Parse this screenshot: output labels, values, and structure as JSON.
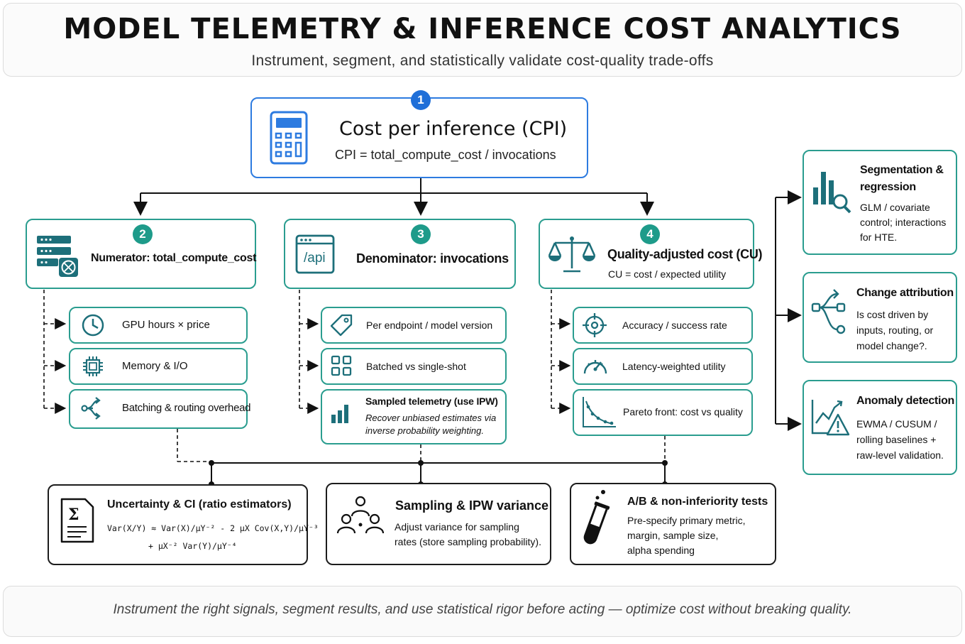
{
  "header": {
    "title": "MODEL TELEMETRY & INFERENCE COST ANALYTICS",
    "subtitle": "Instrument, segment, and statistically validate cost-quality trade-offs"
  },
  "cpi": {
    "number": "1",
    "title": "Cost per inference (CPI)",
    "formula": "CPI  =  total_compute_cost / invocations"
  },
  "numerator": {
    "number": "2",
    "title": "Numerator: total_compute_cost",
    "items": [
      "GPU hours × price",
      "Memory & I/O",
      "Batching & routing overhead"
    ]
  },
  "denominator": {
    "number": "3",
    "title": "Denominator: invocations",
    "api_label": "/api",
    "items": [
      "Per endpoint / model version",
      "Batched vs single-shot"
    ],
    "sampled_title": "Sampled telemetry (use IPW)",
    "sampled_desc_1": "Recover unbiased estimates via",
    "sampled_desc_2": "inverse probability weighting."
  },
  "quality": {
    "number": "4",
    "title": "Quality-adjusted cost (CU)",
    "formula": "CU = cost / expected utility",
    "items": [
      "Accuracy / success rate",
      "Latency-weighted utility",
      "Pareto front: cost vs quality"
    ]
  },
  "right_panel": [
    {
      "title_1": "Segmentation &",
      "title_2": "regression",
      "lines": [
        "GLM / covariate",
        "control; interactions",
        "for HTE."
      ]
    },
    {
      "title_1": "Change attribution",
      "title_2": "",
      "lines": [
        "Is cost driven by",
        "inputs, routing, or",
        "model change?."
      ]
    },
    {
      "title_1": "Anomaly detection",
      "title_2": "",
      "lines": [
        "EWMA / CUSUM /",
        "rolling baselines +",
        "raw-level validation."
      ]
    }
  ],
  "bottom": {
    "uncertainty": {
      "title": "Uncertainty & CI (ratio estimators)",
      "formula_1": "Var(X/Y) ≈ Var(X)/μY⁻² - 2 μX Cov(X,Y)/μY⁻³",
      "formula_2": "+ μX⁻² Var(Y)/μY⁻⁴"
    },
    "sampling": {
      "title": "Sampling & IPW variance",
      "line_1": "Adjust variance for sampling",
      "line_2": "rates (store sampling probability)."
    },
    "ab": {
      "title": "A/B & non-inferiority tests",
      "lines": [
        "Pre-specify primary metric,",
        "margin, sample size,",
        "alpha spending"
      ]
    }
  },
  "footer": "Instrument the right signals, segment results, and use statistical rigor before acting — optimize cost without breaking quality.",
  "colors": {
    "teal": "#2a9d8f",
    "blue": "#2d7be0",
    "dark": "#1c1c1c"
  }
}
